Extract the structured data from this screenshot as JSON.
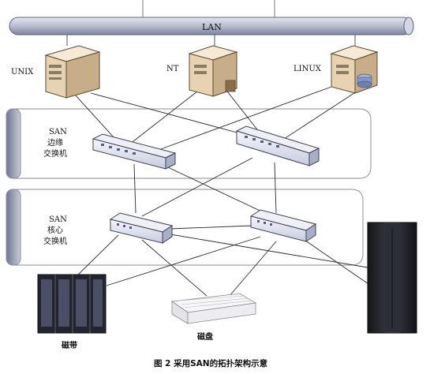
{
  "lan": {
    "label": "LAN"
  },
  "servers": {
    "unix": {
      "label": "UNIX"
    },
    "nt": {
      "label": "NT"
    },
    "linux": {
      "label": "LINUX"
    }
  },
  "edge_zone": {
    "line1": "SAN",
    "line2": "边缘",
    "line3": "交换机"
  },
  "core_zone": {
    "line1": "SAN",
    "line2": "核心",
    "line3": "交换机"
  },
  "storage": {
    "tape": {
      "label": "磁带"
    },
    "disk": {
      "label": "磁盘"
    }
  },
  "caption": {
    "text": "图 2  采用SAN的拓扑架构示意"
  },
  "colors": {
    "pipe": "#b9bfd1",
    "pipe_shade": "#7f86a1",
    "server_body": "#f1e1c7",
    "server_shade": "#c9b08b",
    "zone_border": "#b0b0b0",
    "zone_left": "#8e93aa",
    "switch": "#dde2ee",
    "tape": "#2c2f3b",
    "cabinet": "#23252b"
  }
}
